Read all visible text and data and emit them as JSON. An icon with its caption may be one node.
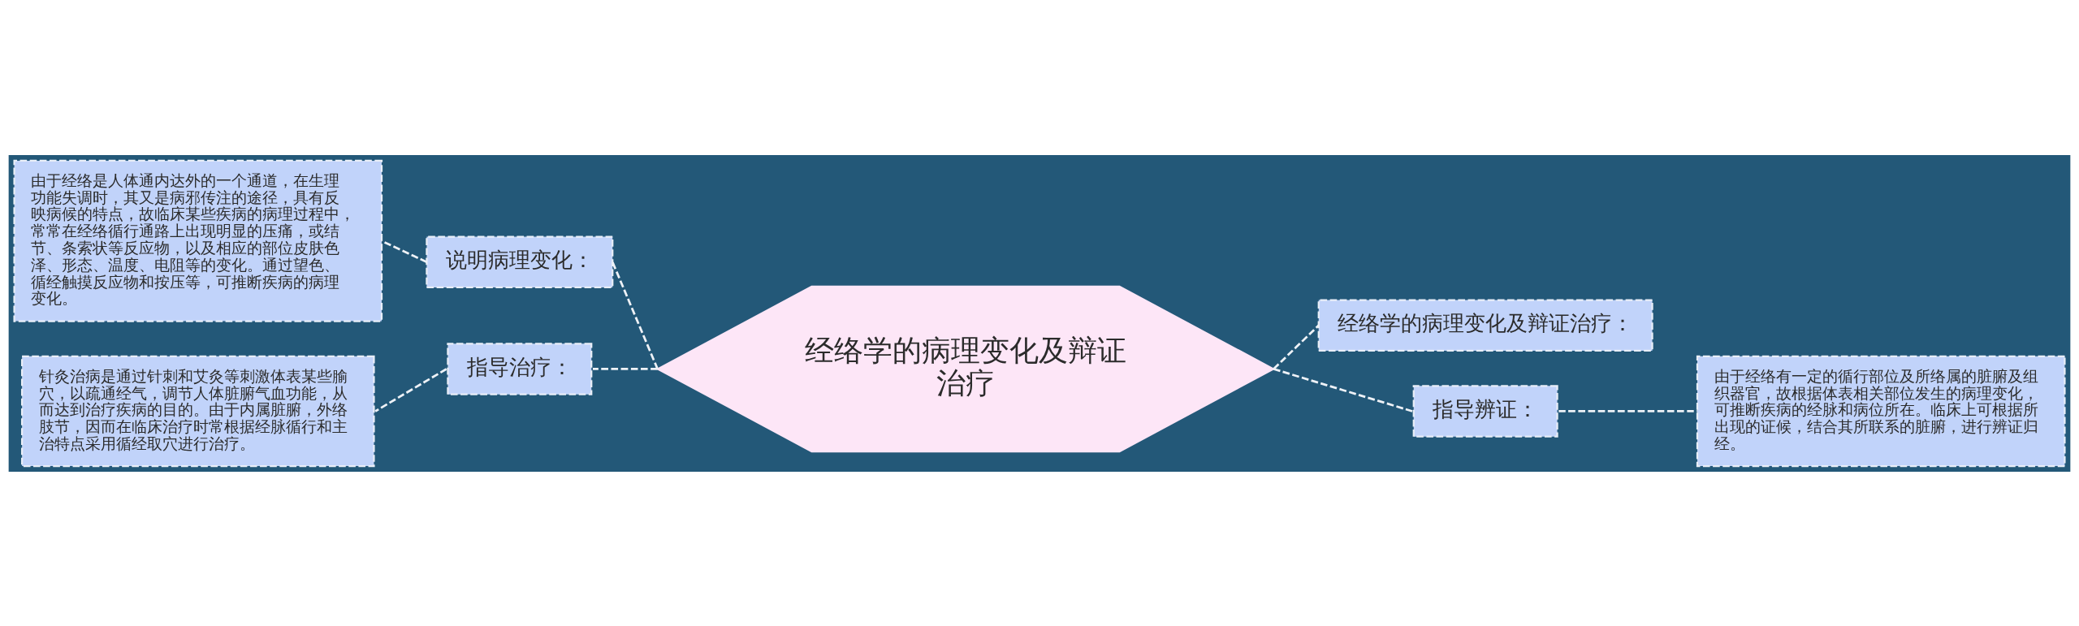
{
  "diagram": {
    "nodes": [
      {
        "text": [
          "经络学的病理变化及辩证治疗"
        ]
      },
      {
        "text": [
          "说明病理变化："
        ]
      },
      {
        "text": [
          "由于经络是人体通内达外的一个通道，在生理功能失调时，其又是病邪传注的途径，具有反映病候的特点，故临床某些疾病的病理过程中，常常在经络循行通路上出现明显的压痛，或结节、条索状等反应物，以及相应的部位皮肤色泽、形态、温度、电阻等的变化。通过望色、循经触摸反应物和按压等，可推断疾病的病理变化。"
        ]
      },
      {
        "text": [
          "指导治疗："
        ]
      },
      {
        "text": [
          "针灸治病是通过针刺和艾灸等刺激体表某些腧穴，以疏通经气，调节人体脏腑气血功能，从而达到治疗疾病的目的。由于内属脏腑，外络肢节，因而在临床治疗时常根据经脉循行和主治特点采用循经取穴进行治疗。"
        ]
      },
      {
        "text": [
          "经络学的病理变化及辩证治疗："
        ]
      },
      {
        "text": [
          "指导辨证："
        ]
      },
      {
        "text": [
          "由于经络有一定的循行部位及所络属的脏腑及组织器官，故根据体表相关部位发生的病理变化，可推断疾病的经脉和病位所在。临床上可根据所出现的证候，结合其所联系的脏腑，进行辨证归经。"
        ]
      }
    ],
    "edges": [
      {
        "from": 0,
        "to": 1,
        "arrow": "none",
        "style": "dashed"
      },
      {
        "from": 1,
        "to": 2,
        "arrow": "none",
        "style": "dashed"
      },
      {
        "from": 0,
        "to": 3,
        "arrow": "none",
        "style": "dashed"
      },
      {
        "from": 3,
        "to": 4,
        "arrow": "none",
        "style": "dashed"
      },
      {
        "from": 0,
        "to": 5,
        "arrow": "none",
        "style": "dashed"
      },
      {
        "from": 0,
        "to": 6,
        "arrow": "none",
        "style": "dashed"
      },
      {
        "from": 6,
        "to": 7,
        "arrow": "none",
        "style": "dashed"
      }
    ]
  }
}
